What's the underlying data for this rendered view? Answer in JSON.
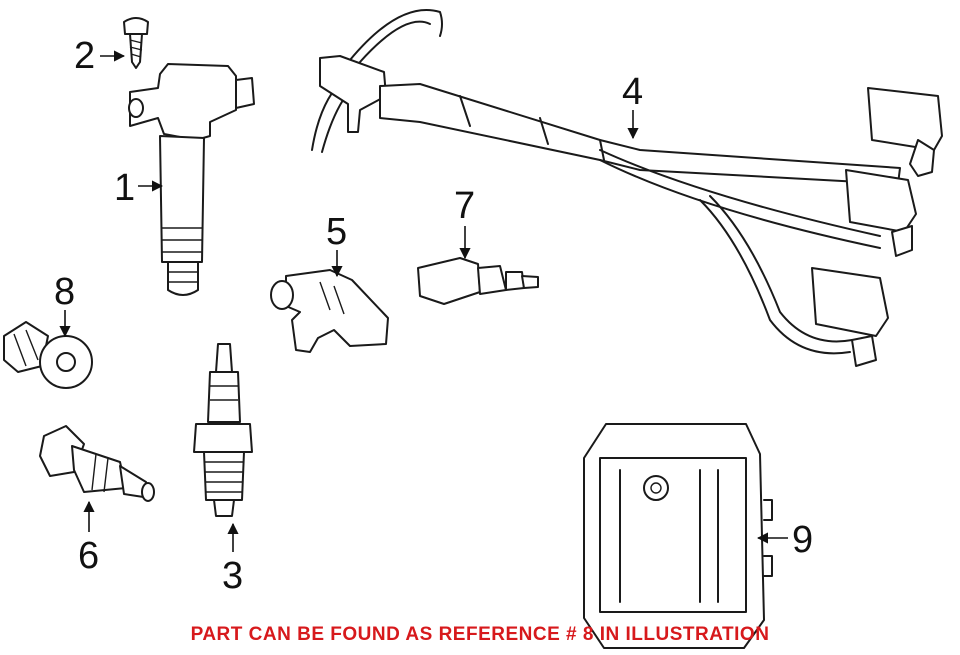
{
  "callouts": {
    "c1": "1",
    "c2": "2",
    "c3": "3",
    "c4": "4",
    "c5": "5",
    "c6": "6",
    "c7": "7",
    "c8": "8",
    "c9": "9"
  },
  "note": {
    "text": "PART CAN BE FOUND AS REFERENCE # 8 IN ILLUSTRATION",
    "color": "#d7191c"
  },
  "colors": {
    "ink": "#1a1a1a",
    "background": "#ffffff"
  }
}
